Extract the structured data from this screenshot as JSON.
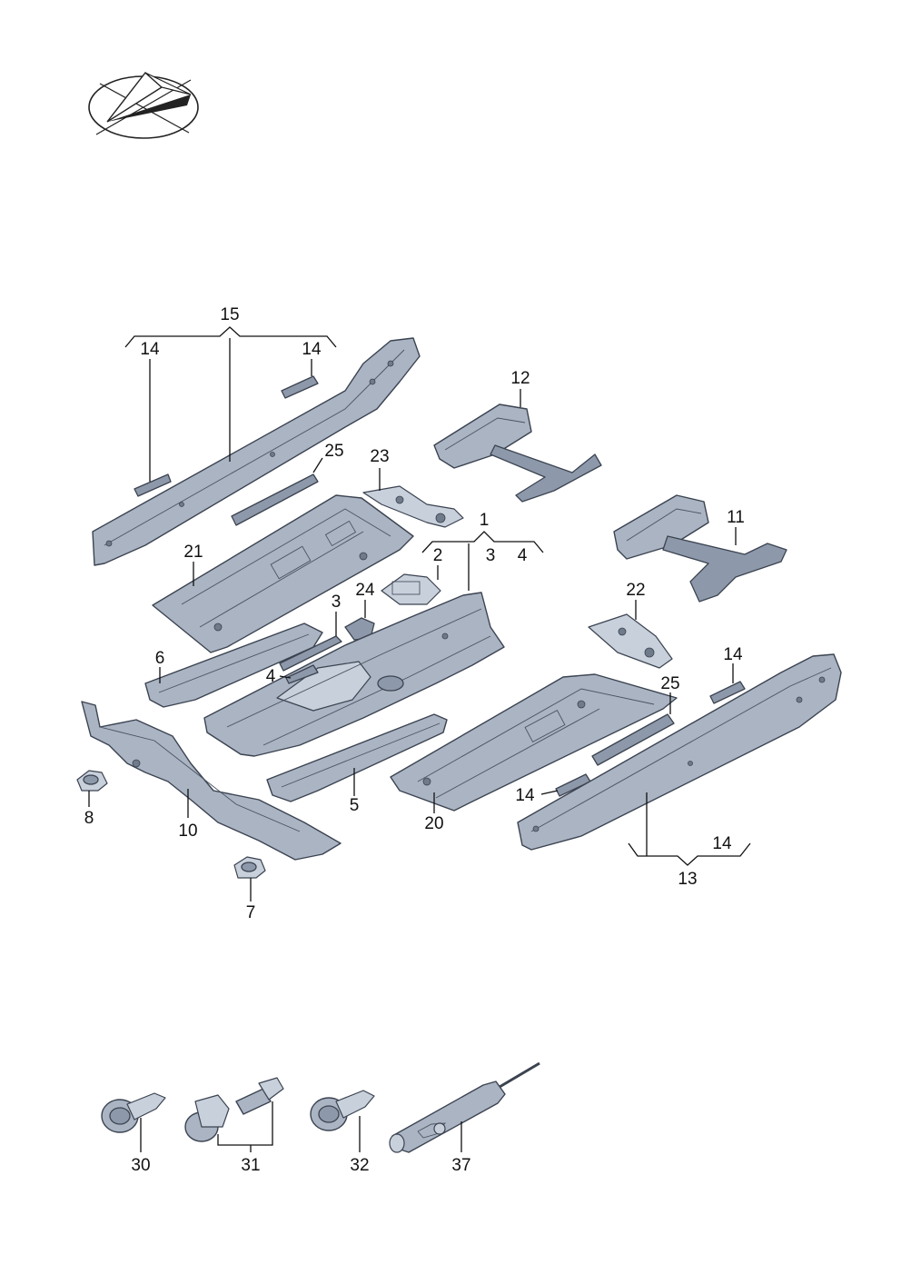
{
  "labels": {
    "l1": "1",
    "l2": "2",
    "l3a": "3",
    "l4a": "4",
    "l3b": "3",
    "l4b": "4",
    "l5": "5",
    "l6": "6",
    "l7": "7",
    "l8": "8",
    "l10": "10",
    "l11": "11",
    "l12": "12",
    "l13": "13",
    "l14a": "14",
    "l14b": "14",
    "l14c": "14",
    "l14d": "14",
    "l14e": "14",
    "l15": "15",
    "l20": "20",
    "l21": "21",
    "l22": "22",
    "l23": "23",
    "l24": "24",
    "l25a": "25",
    "l25b": "25",
    "l30": "30",
    "l31": "31",
    "l32": "32",
    "l37": "37"
  },
  "colors": {
    "metal": "#aab4c3",
    "metal_dark": "#8d99aa",
    "outline": "#3b4350"
  },
  "icons": {
    "orientation": "orientation-compass-icon"
  }
}
